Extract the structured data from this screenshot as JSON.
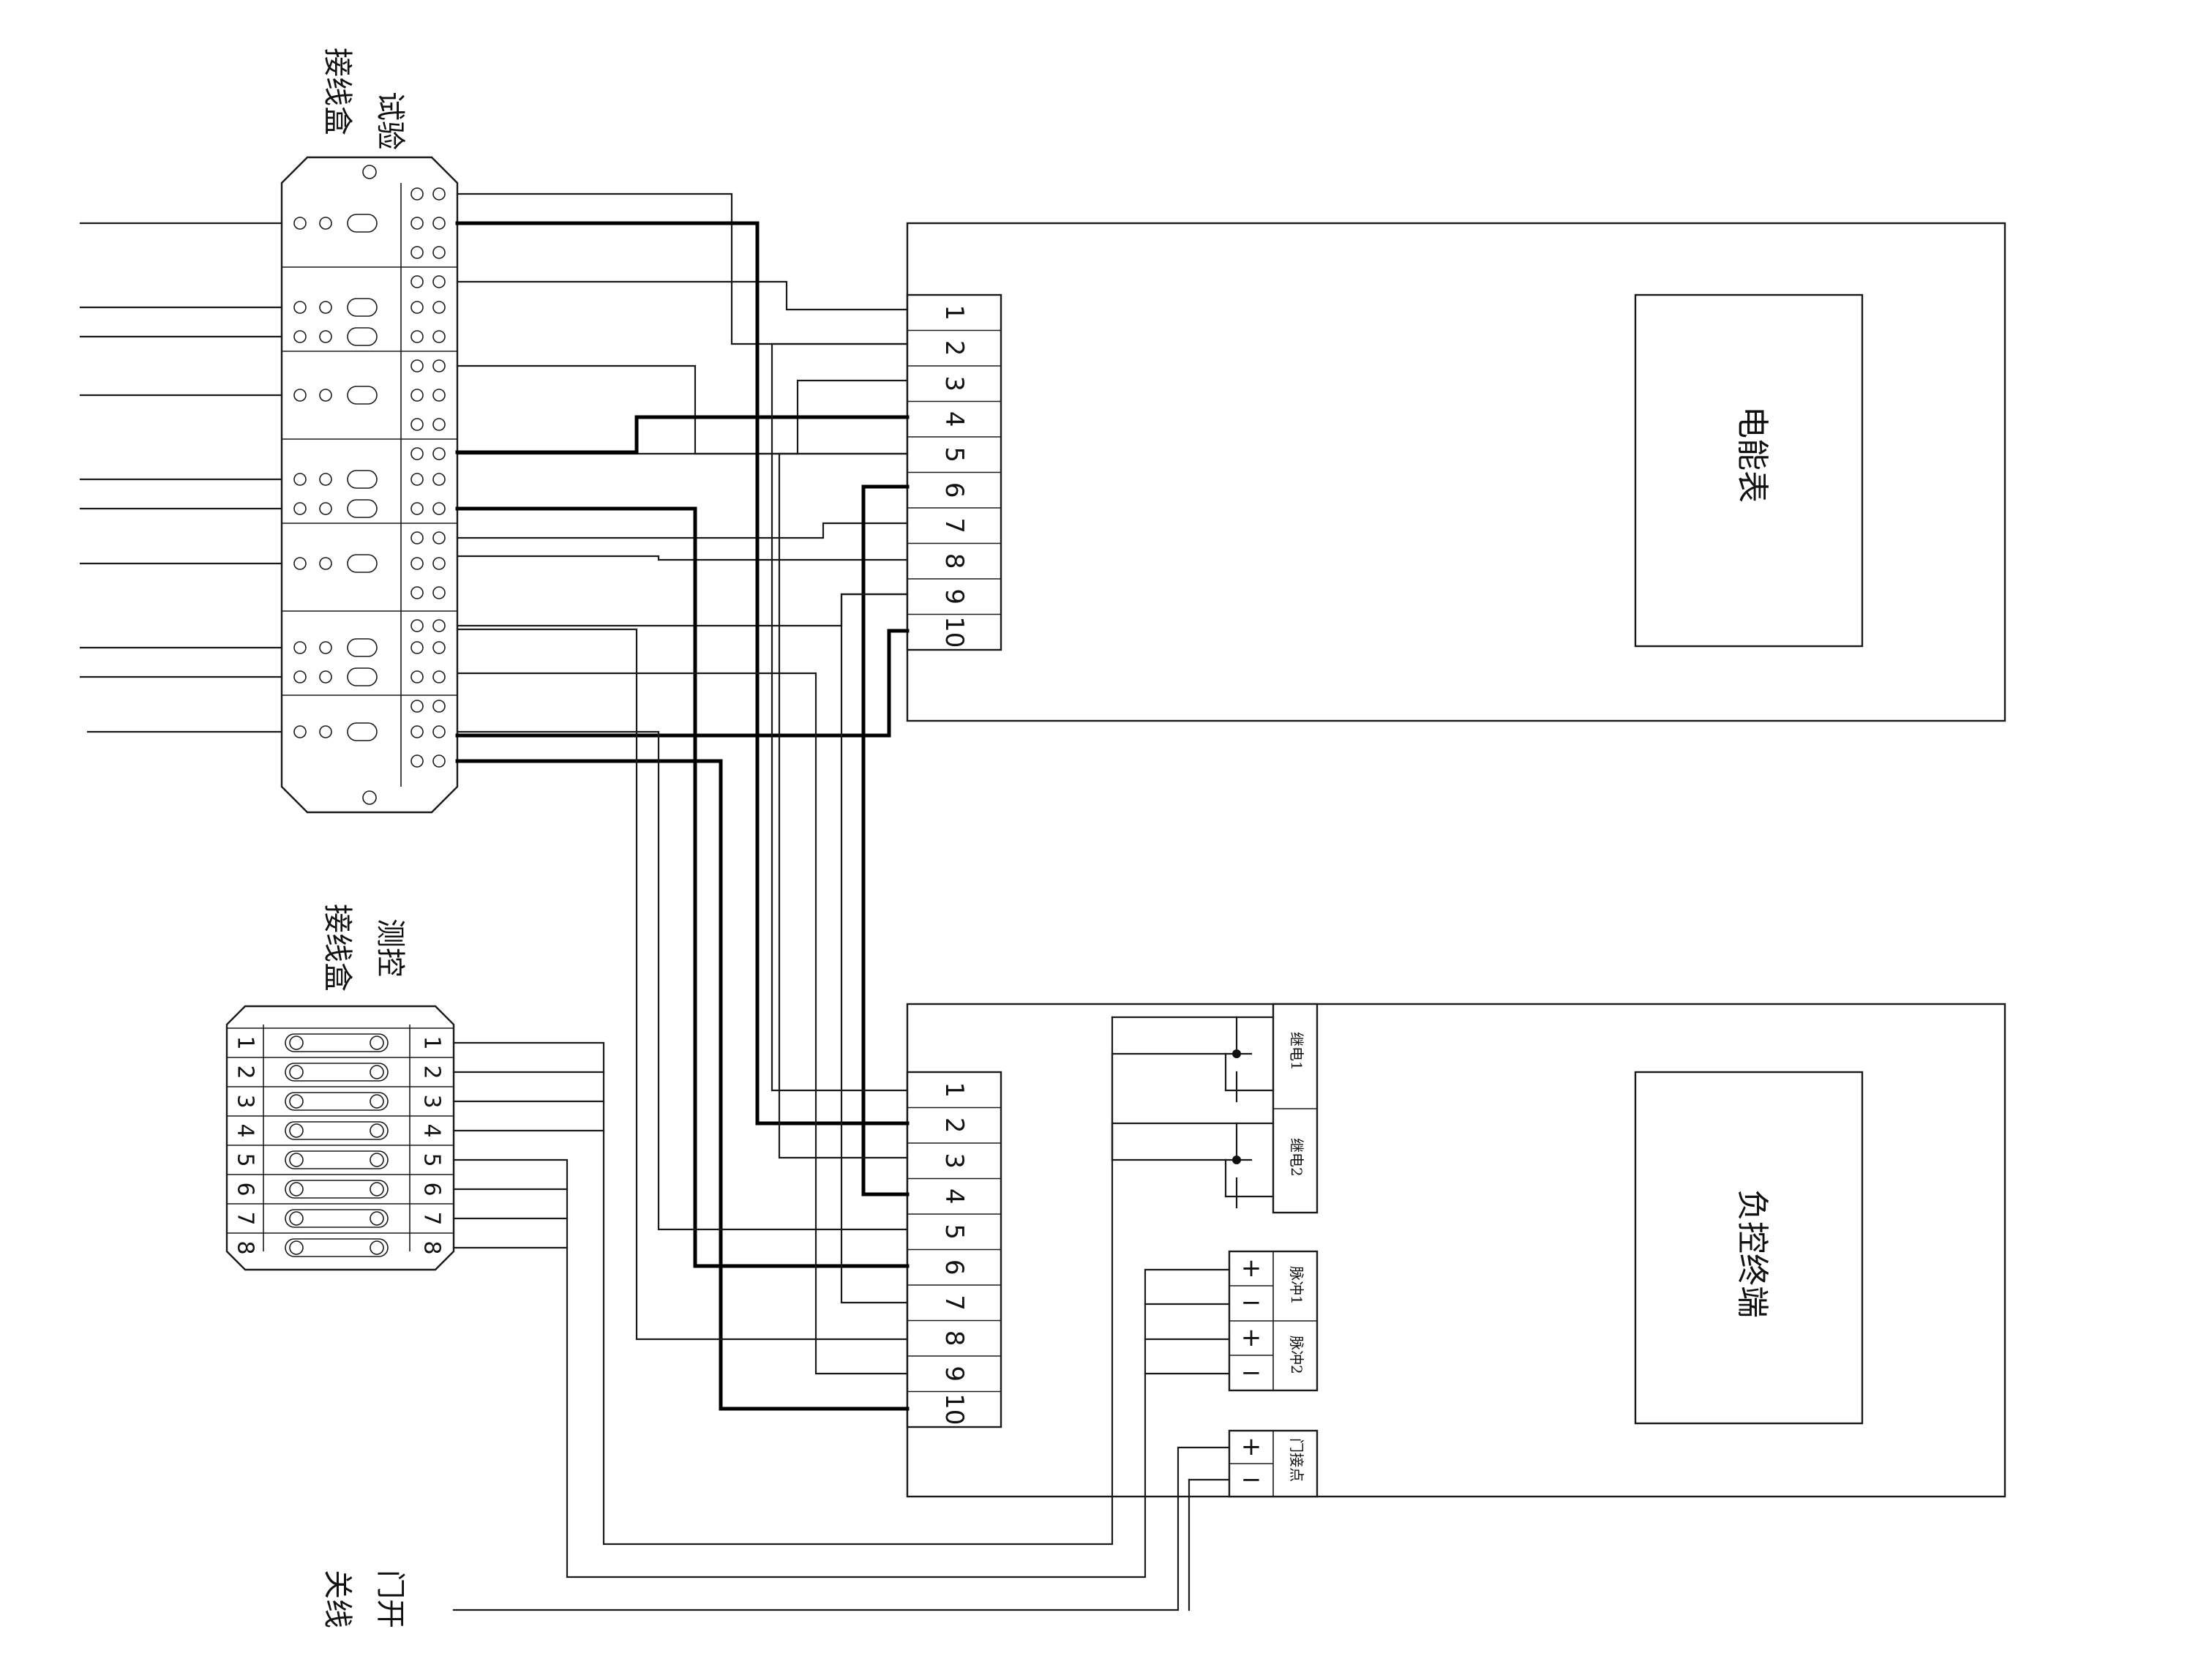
{
  "labels": {
    "test_box_line1": "试验",
    "test_box_line2": "接线盒",
    "ctrl_box_line1": "测控",
    "ctrl_box_line2": "接线盒",
    "meter": "电能表",
    "terminal": "负控终端",
    "door_line1": "门开",
    "door_line2": "关线",
    "relay1": "继电1",
    "relay2": "继电2",
    "pulse1": "脉冲1",
    "pulse2": "脉冲2",
    "door_input": "门接点"
  },
  "meter_terminals": [
    "1",
    "2",
    "3",
    "4",
    "5",
    "6",
    "7",
    "8",
    "9",
    "10"
  ],
  "terminal_terminals": [
    "1",
    "2",
    "3",
    "4",
    "5",
    "6",
    "7",
    "8",
    "9",
    "10"
  ],
  "ctrl_box_terminals": [
    "1",
    "2",
    "3",
    "4",
    "5",
    "6",
    "7",
    "8"
  ],
  "pulse_signs": [
    "+",
    "−",
    "+",
    "−"
  ],
  "door_signs": [
    "+",
    "−"
  ]
}
